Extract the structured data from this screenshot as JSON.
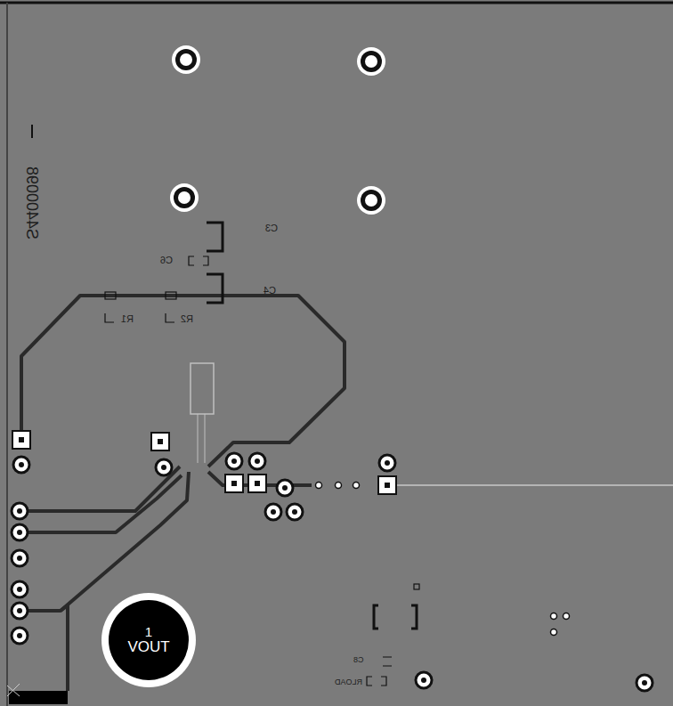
{
  "diagram": {
    "nodes": [
      {
        "text": [
          "1",
          "VOUT"
        ]
      }
    ],
    "labels": [
      "S4400098",
      "C3",
      "C6",
      "C4",
      "R1",
      "R2",
      "C8",
      "RLOAD"
    ]
  }
}
